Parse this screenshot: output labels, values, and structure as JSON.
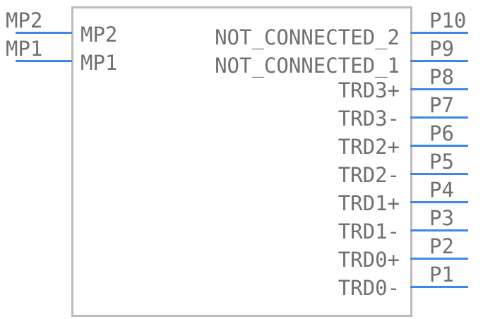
{
  "component": {
    "left_pins": [
      {
        "pin": "MP2",
        "signal": "MP2"
      },
      {
        "pin": "MP1",
        "signal": "MP1"
      }
    ],
    "right_pins": [
      {
        "pin": "P10",
        "signal": "NOT_CONNECTED_2"
      },
      {
        "pin": "P9",
        "signal": "NOT_CONNECTED_1"
      },
      {
        "pin": "P8",
        "signal": "TRD3+"
      },
      {
        "pin": "P7",
        "signal": "TRD3-"
      },
      {
        "pin": "P6",
        "signal": "TRD2+"
      },
      {
        "pin": "P5",
        "signal": "TRD2-"
      },
      {
        "pin": "P4",
        "signal": "TRD1+"
      },
      {
        "pin": "P3",
        "signal": "TRD1-"
      },
      {
        "pin": "P2",
        "signal": "TRD0+"
      },
      {
        "pin": "P1",
        "signal": "TRD0-"
      }
    ]
  },
  "colors": {
    "pin_line": "#3d86ea",
    "body_outline": "#bcbcbc",
    "text": "#707070"
  }
}
